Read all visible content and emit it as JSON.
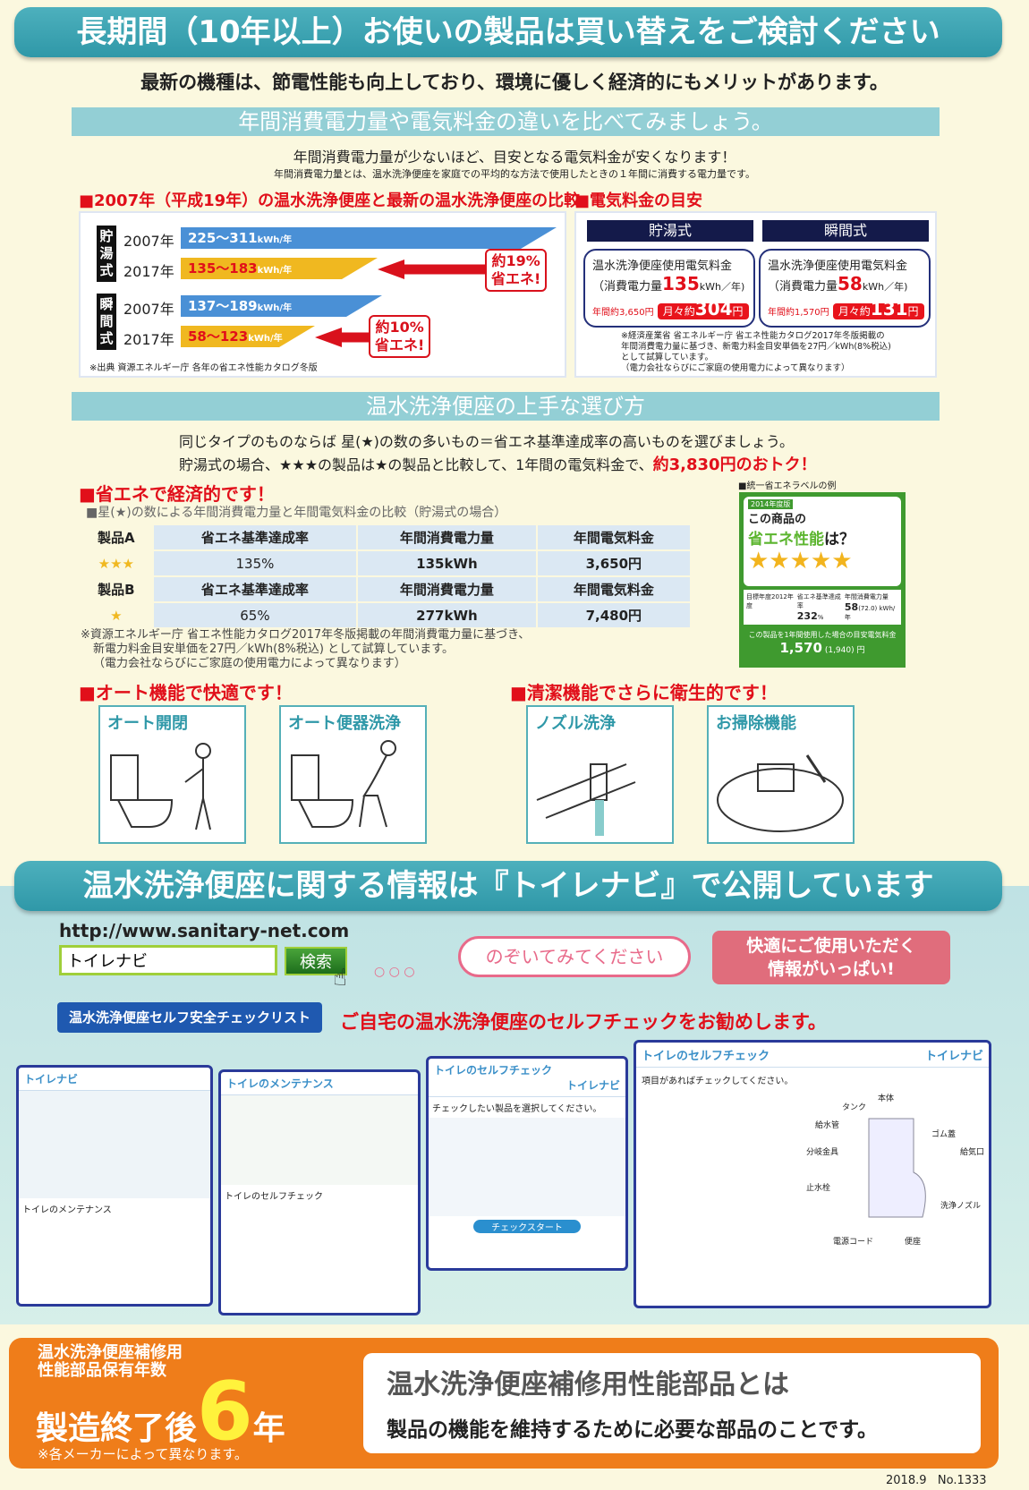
{
  "header": {
    "title": "長期間（10年以上）お使いの製品は買い替えをご検討ください",
    "subtitle": "最新の機種は、節電性能も向上しており、環境に優しく経済的にもメリットがあります。"
  },
  "compare": {
    "band": "年間消費電力量や電気料金の違いを比べてみましょう。",
    "lead": "年間消費電力量が少ないほど、目安となる電気料金が安くなります！",
    "definition": "年間消費電力量とは、温水洗浄便座を家庭での平均的な方法で使用したときの１年間に消費する電力量です。",
    "chart_heading": "■2007年（平成19年）の温水洗浄便座と最新の温水洗浄便座の比較",
    "groups": [
      {
        "type": "貯湯式",
        "rows": [
          {
            "year": "2007年",
            "value": "225～311",
            "unit": "kWh/年"
          },
          {
            "year": "2017年",
            "value": "135～183",
            "unit": "kWh/年"
          }
        ],
        "saving": [
          "約19%",
          "省エネ!"
        ]
      },
      {
        "type": "瞬間式",
        "rows": [
          {
            "year": "2007年",
            "value": "137～189",
            "unit": "kWh/年"
          },
          {
            "year": "2017年",
            "value": "58～123",
            "unit": "kWh/年"
          }
        ],
        "saving": [
          "約10%",
          "省エネ!"
        ]
      }
    ],
    "source": "※出典 資源エネルギー庁 各年の省エネ性能カタログ冬版",
    "fee_heading": "■電気料金の目安",
    "fees": [
      {
        "type": "貯湯式",
        "label": "温水洗浄便座使用電気料金",
        "usage_pre": "（消費電力量",
        "usage": "135",
        "usage_unit": "kWh／年)",
        "annual": "年間約3,650円",
        "monthly_pre": "月々約",
        "monthly": "304",
        "yen": "円"
      },
      {
        "type": "瞬間式",
        "label": "温水洗浄便座使用電気料金",
        "usage_pre": "（消費電力量",
        "usage": "58",
        "usage_unit": "kWh／年)",
        "annual": "年間約1,570円",
        "monthly_pre": "月々約",
        "monthly": "131",
        "yen": "円"
      }
    ],
    "fee_note": [
      "※経済産業省 省エネルギー庁 省エネ性能カタログ2017年冬版掲載の",
      "年間消費電力量に基づき、新電力料金目安単価を27円／kWh(8%税込)",
      "として試算しています。",
      "（電力会社ならびにご家庭の使用電力によって異なります）"
    ]
  },
  "choose": {
    "band": "温水洗浄便座の上手な選び方",
    "line1": "同じタイプのものならば 星(★)の数の多いもの＝省エネ基準達成率の高いものを選びましょう。",
    "line2_a": "貯湯式の場合、★★★の製品は★の製品と比較して、1年間の電気料金で、",
    "line2_b": "約3,830円のおトク！",
    "eco_heading": "■省エネで経済的です！",
    "eco_sub": "■星(★)の数による年間消費電力量と年間電気料金の比較（貯湯式の場合）",
    "columns": [
      "省エネ基準達成率",
      "年間消費電力量",
      "年間電気料金"
    ],
    "products": [
      {
        "name": "製品A",
        "stars": "★★★",
        "rate": "135%",
        "kwh": "135kWh",
        "fee": "3,650円"
      },
      {
        "name": "製品B",
        "stars": "★",
        "rate": "65%",
        "kwh": "277kWh",
        "fee": "7,480円"
      }
    ],
    "note": [
      "※資源エネルギー庁 省エネ性能カタログ2017年冬版掲載の年間消費電力量に基づき、",
      "新電力料金目安単価を27円／kWh(8%税込) として試算しています。",
      "（電力会社ならびにご家庭の使用電力によって異なります）"
    ],
    "label_caption": "■統一省エネラベルの例",
    "label": {
      "year": "2014年度版",
      "line1": "この商品の",
      "line2": "省エネ性能",
      "line3": "は？",
      "stars": "★★★★★",
      "rate_label": "省エネ基準達成率",
      "rate": "232",
      "rate_unit": "%",
      "kwh_label": "年間消費電力量",
      "kwh": "58",
      "kwh_unit": "(72.0) kWh/年",
      "target": "目標年度2012年度",
      "fee_label": "この製品を1年間使用した場合の目安電気料金",
      "fee": "1,570",
      "fee_sub": "(1,940) 円"
    }
  },
  "features": {
    "auto_heading": "■オート機能で快適です！",
    "clean_heading": "■清潔機能でさらに衛生的です！",
    "items": [
      "オート開閉",
      "オート便器洗浄",
      "ノズル洗浄",
      "お掃除機能"
    ]
  },
  "navi": {
    "banner": "温水洗浄便座に関する情報は『トイレナビ』で公開しています",
    "url": "http://www.sanitary-net.com",
    "search_value": "トイレナビ",
    "search_button": "検索",
    "bubble": "のぞいてみてください",
    "info": [
      "快適にご使用いただく",
      "情報がいっぱい!"
    ],
    "checklist_button": "温水洗浄便座セルフ安全チェックリスト",
    "recommend": "ご自宅の温水洗浄便座のセルフチェックをお勧めします。",
    "screens": [
      {
        "title": "トイレナビ",
        "text": "トイレのメンテナンス"
      },
      {
        "title": "トイレのメンテナンス",
        "text": "トイレのセルフチェック"
      },
      {
        "title": "トイレのセルフチェック",
        "text": "チェックしたい製品を選択してください。",
        "brand": "トイレナビ",
        "button": "チェックスタート"
      },
      {
        "title": "トイレのセルフチェック",
        "text": "項目があればチェックしてください。",
        "brand": "トイレナビ",
        "parts": [
          "タンク",
          "本体",
          "給水管",
          "分岐金具",
          "止水栓",
          "ゴム蓋",
          "給気口",
          "洗浄ノズル",
          "電源コード",
          "便座"
        ]
      }
    ]
  },
  "parts": {
    "label1": "温水洗浄便座補修用",
    "label2": "性能部品保有年数",
    "big_pre": "製造終了後",
    "big_num": "6",
    "big_unit": "年",
    "note": "※各メーカーによって異なります。",
    "title": "温水洗浄便座補修用性能部品とは",
    "desc": "製品の機能を維持するために必要な部品のことです。"
  },
  "footer": {
    "date": "2018.9",
    "number": "No.1333"
  },
  "colors": {
    "teal": "#2f98a8",
    "red": "#e10f1a",
    "orange": "#ef7d1a",
    "navy": "#141a4a"
  }
}
